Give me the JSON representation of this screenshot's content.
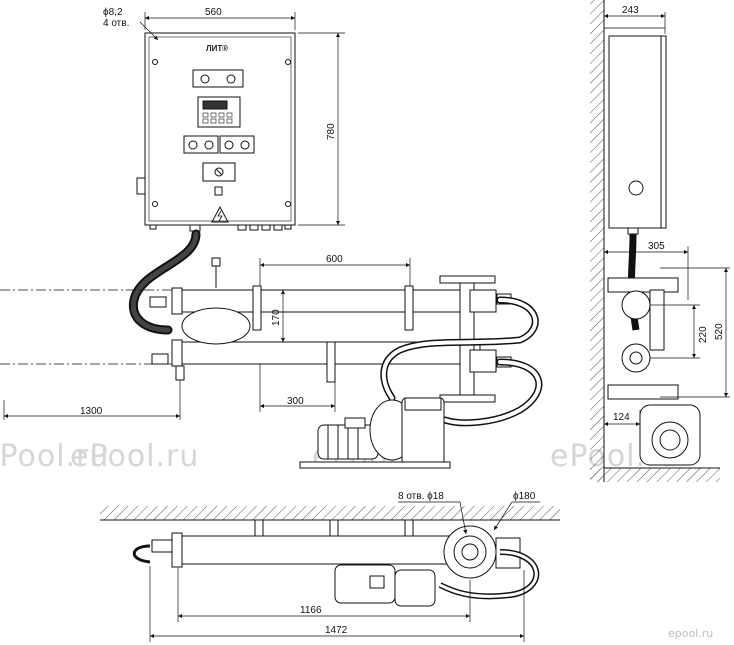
{
  "panel": {
    "hole_dim_label": "ϕ8,2",
    "hole_count_label": "4 отв.",
    "width_dim": "560",
    "height_dim": "780",
    "logo": "ЛИТ®"
  },
  "unit": {
    "lamp_spacing_dim": "600",
    "height_dim": "170",
    "offset_dim": "300",
    "left_dim": "1300"
  },
  "side_view": {
    "depth_dim": "243",
    "reach_dim": "305",
    "h_small_dim": "220",
    "h_large_dim": "520",
    "base_dim": "124"
  },
  "bottom_view": {
    "holes_label": "8 отв. ϕ18",
    "flange_dim": "ϕ180",
    "inner_length_dim": "1166",
    "total_length_dim": "1472"
  },
  "watermarks": {
    "main": "ePool.ru",
    "small": "epool.ru"
  }
}
